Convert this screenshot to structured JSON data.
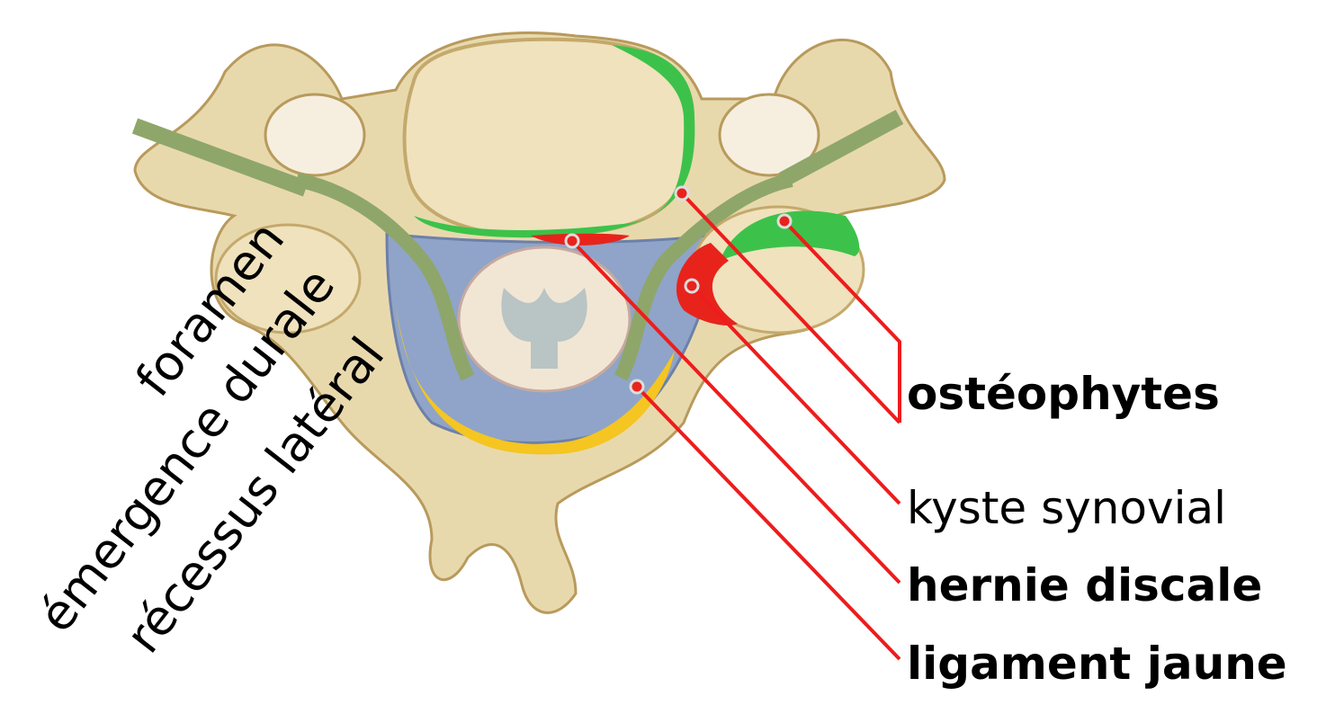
{
  "labels_left": {
    "foramen": "foramen",
    "dural_emergence": "émergence durale",
    "lateral_recess": "récessus latéral"
  },
  "labels_right": {
    "osteophytes": "ostéophytes",
    "synovial_cyst": "kyste synovial",
    "disc_herniation": "hernie discale",
    "ligamentum_flavum": "ligament jaune"
  },
  "colors": {
    "bone": "#e8d9ad",
    "bone_dark": "#c9b27a",
    "osteophyte": "#3cc24a",
    "hernia": "#e8231c",
    "ligament": "#f5c521",
    "leader": "#ee1c1c"
  }
}
